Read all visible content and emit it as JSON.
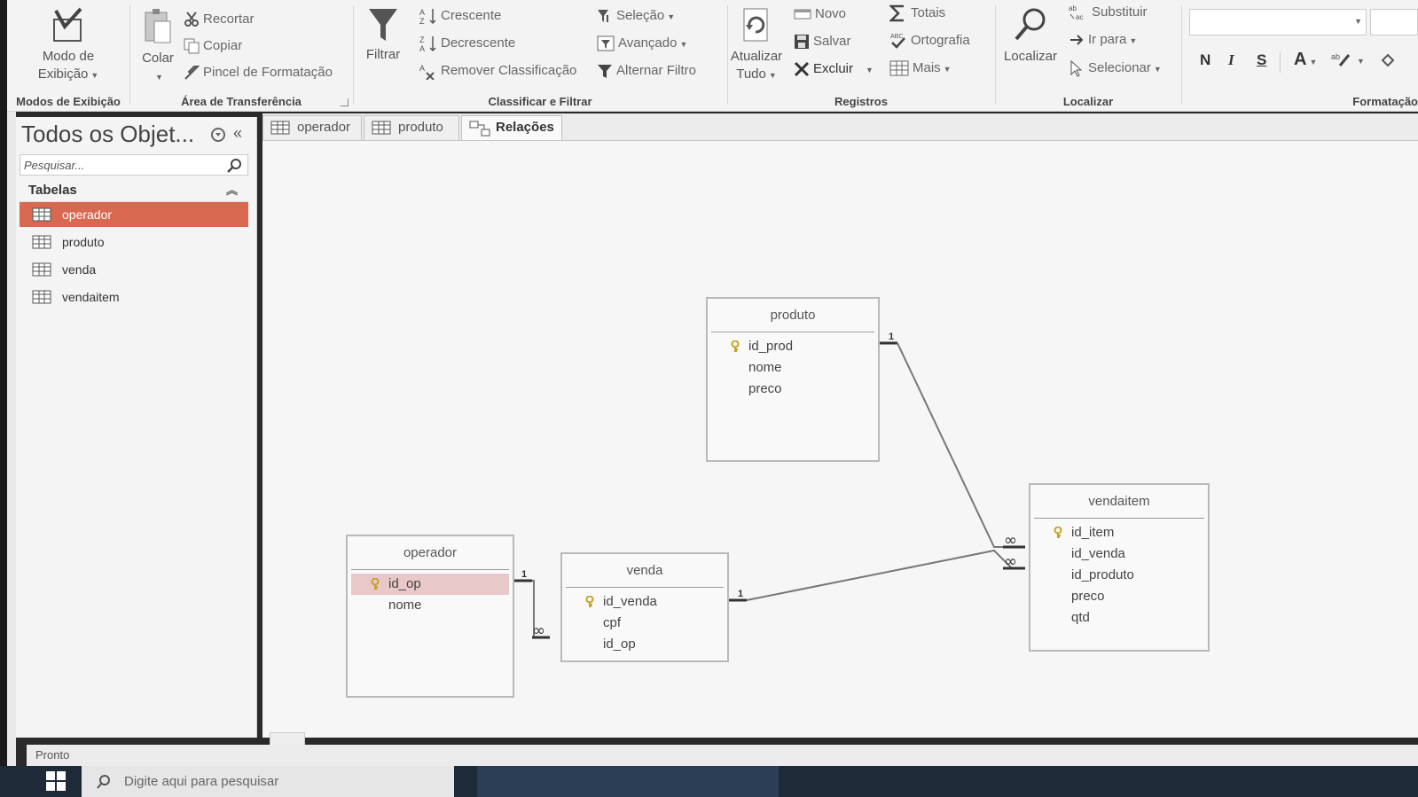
{
  "ribbon": {
    "groups": {
      "views": {
        "label": "Modos de Exibição",
        "view_btn": "Modo de Exibição"
      },
      "clipboard": {
        "label": "Área de Transferência",
        "paste": "Colar",
        "cut": "Recortar",
        "copy": "Copiar",
        "format_painter": "Pincel de Formatação"
      },
      "sort_filter": {
        "label": "Classificar e Filtrar",
        "filter": "Filtrar",
        "ascending": "Crescente",
        "descending": "Decrescente",
        "remove_sort": "Remover Classificação",
        "selection": "Seleção",
        "advanced": "Avançado",
        "toggle_filter": "Alternar Filtro"
      },
      "records": {
        "label": "Registros",
        "refresh": "Atualizar Tudo",
        "new": "Novo",
        "save": "Salvar",
        "delete": "Excluir",
        "totals": "Totais",
        "spelling": "Ortografia",
        "more": "Mais"
      },
      "find": {
        "label": "Localizar",
        "find": "Localizar",
        "replace": "Substituir",
        "goto": "Ir para",
        "select": "Selecionar"
      },
      "formatting": {
        "label": "Formatação",
        "bold": "N",
        "italic": "I",
        "underline": "S",
        "font_color": "A"
      }
    }
  },
  "nav": {
    "title": "Todos os Objet...",
    "search_placeholder": "Pesquisar...",
    "section": "Tabelas",
    "items": [
      {
        "label": "operador",
        "selected": true
      },
      {
        "label": "produto",
        "selected": false
      },
      {
        "label": "venda",
        "selected": false
      },
      {
        "label": "vendaitem",
        "selected": false
      }
    ]
  },
  "tabs": [
    {
      "label": "operador",
      "active": false
    },
    {
      "label": "produto",
      "active": false
    },
    {
      "label": "Relações",
      "active": true
    }
  ],
  "relations": {
    "tables": {
      "produto": {
        "title": "produto",
        "fields": [
          "id_prod",
          "nome",
          "preco"
        ]
      },
      "vendaitem": {
        "title": "vendaitem",
        "fields": [
          "id_item",
          "id_venda",
          "id_produto",
          "preco",
          "qtd"
        ]
      },
      "operador": {
        "title": "operador",
        "fields": [
          "id_op",
          "nome"
        ]
      },
      "venda": {
        "title": "venda",
        "fields": [
          "id_venda",
          "cpf",
          "id_op"
        ]
      }
    },
    "one_label": "1",
    "many_label": "∞"
  },
  "status": {
    "text": "Pronto"
  },
  "taskbar": {
    "search_placeholder": "Digite aqui para pesquisar"
  },
  "colors": {
    "nav_selected": "#d8684f",
    "key_icon": "#c9a227"
  }
}
